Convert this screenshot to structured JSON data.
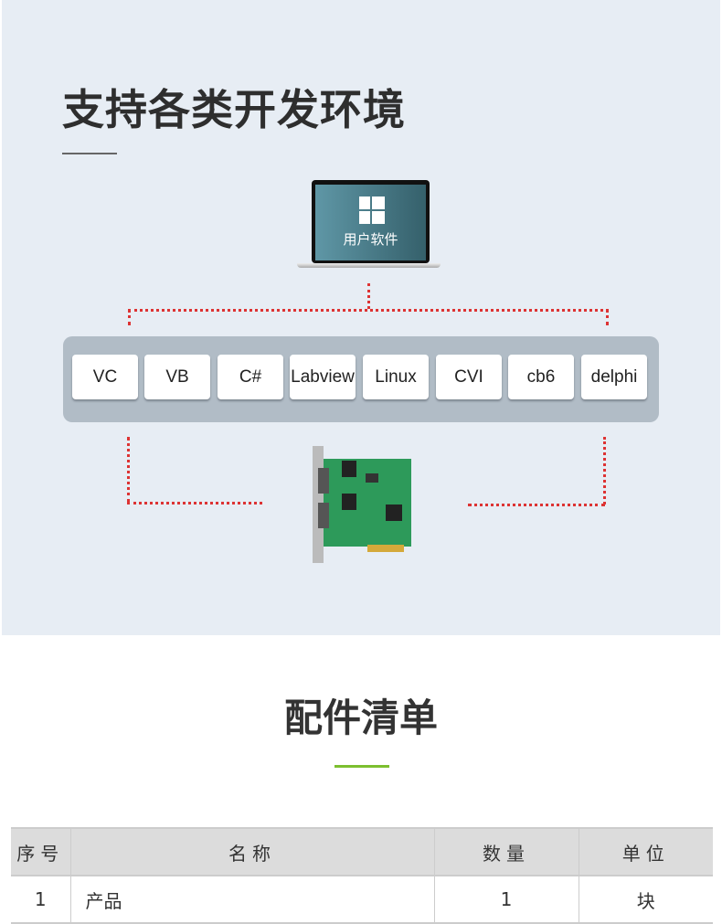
{
  "section1": {
    "title": "支持各类开发环境",
    "laptop_label": "用户软件",
    "environments": [
      "VC",
      "VB",
      "C#",
      "Labview",
      "Linux",
      "CVI",
      "cb6",
      "delphi"
    ]
  },
  "section2": {
    "title": "配件清单",
    "table": {
      "headers": [
        "序号",
        "名称",
        "数量",
        "单位"
      ],
      "rows": [
        [
          "1",
          "产品",
          "1",
          "块"
        ]
      ]
    }
  },
  "colors": {
    "connector": "#dd3333",
    "accent": "#7cbf2f",
    "panel": "#b1bcc6"
  }
}
